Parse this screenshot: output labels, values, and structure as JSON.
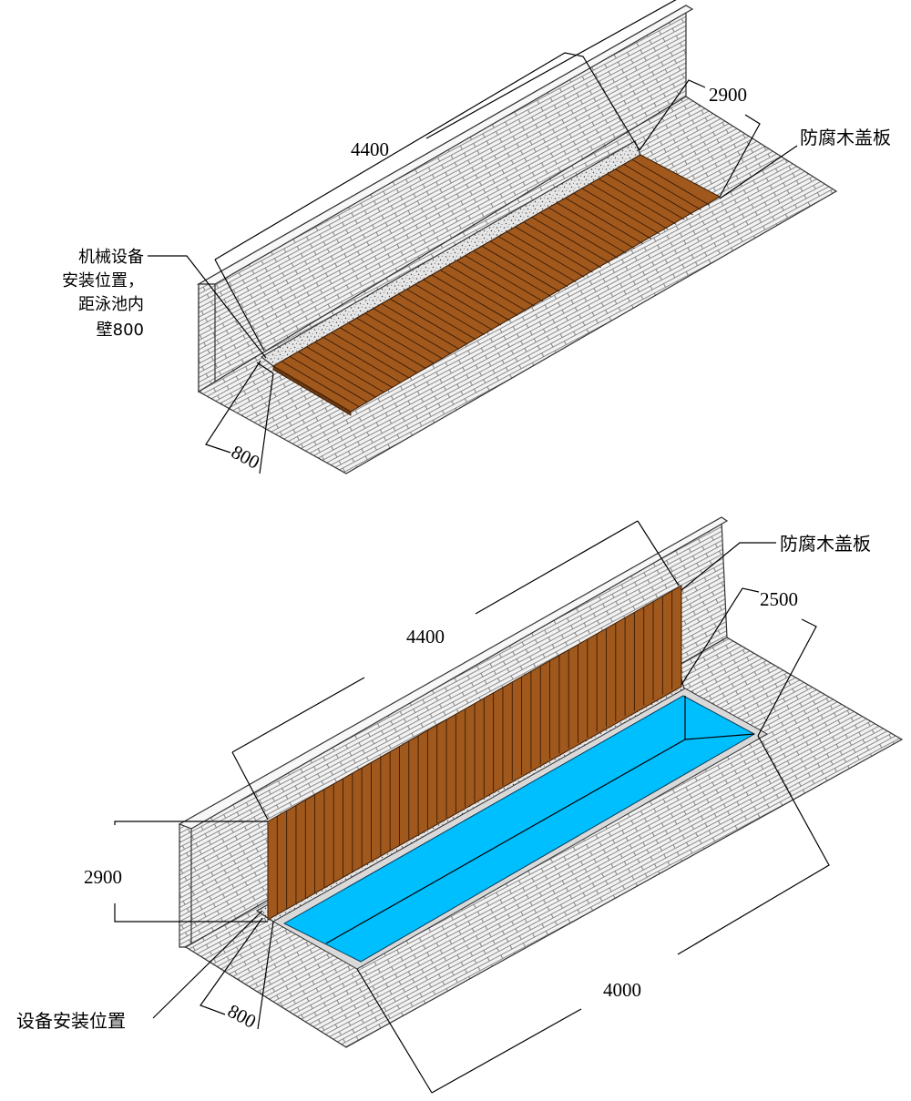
{
  "colors": {
    "brick_fill": "#f2f2f2",
    "brick_line": "#6a6a6a",
    "wood_fill": "#a0581c",
    "wood_line": "#3a1c06",
    "water": "#00bfff",
    "gravel": "#e6e6e6",
    "pool_rim": "#d9d9d9"
  },
  "top_diagram": {
    "dim_length": "4400",
    "dim_width": "2900",
    "dim_offset": "800",
    "cover_label": "防腐木盖板",
    "equipment_label_lines": [
      "机械设备",
      "安装位置，",
      "距泳池内",
      "壁800"
    ]
  },
  "bottom_diagram": {
    "dim_length": "4400",
    "dim_cover_height": "2900",
    "dim_pool_width": "2500",
    "dim_pool_length": "4000",
    "dim_offset": "800",
    "cover_label": "防腐木盖板",
    "equipment_label": "设备安装位置"
  }
}
